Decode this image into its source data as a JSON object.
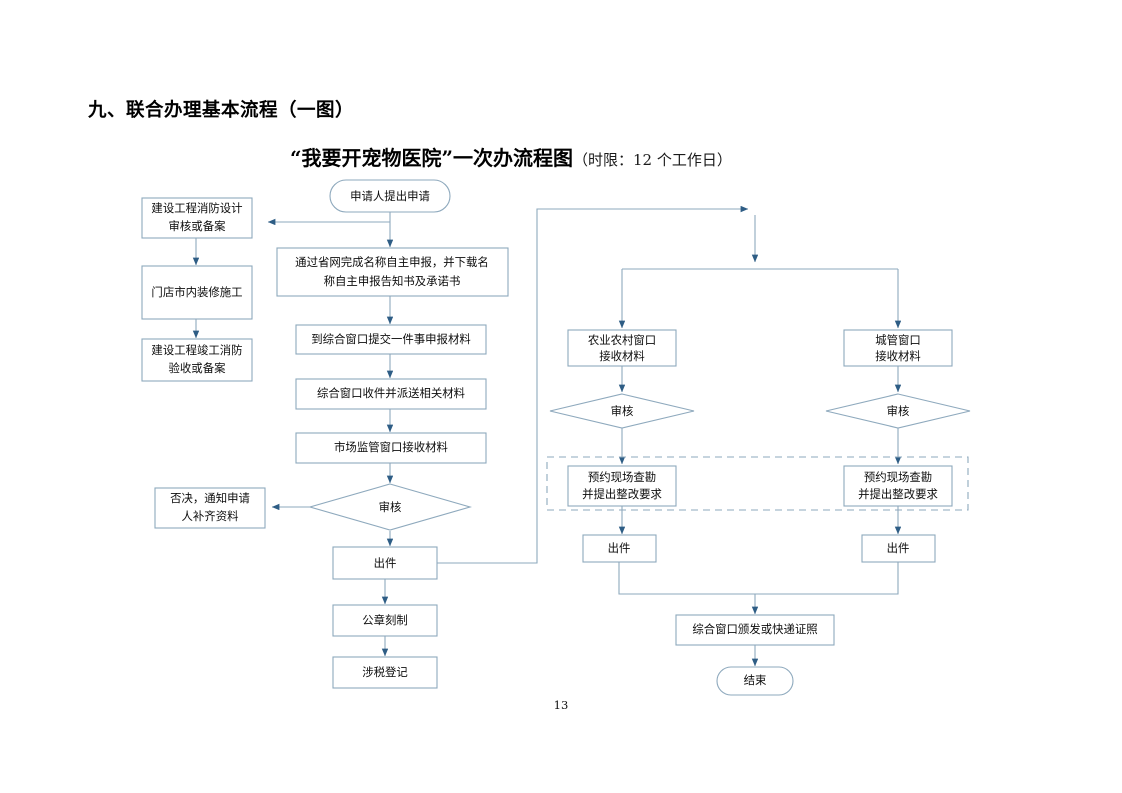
{
  "document": {
    "section_heading": "九、联合办理基本流程（一图）",
    "title_main": "“我要开宠物医院”一次办流程图",
    "title_suffix": "（时限：12 个工作日）",
    "page_number": "13"
  },
  "colors": {
    "node_stroke": "#8ea9bd",
    "node_fill": "#ffffff",
    "arrow_head": "#2e5d85",
    "text": "#0d0d0d"
  },
  "flowchart": {
    "type": "flowchart",
    "orientation": "top-down",
    "nodes": [
      {
        "id": "start",
        "shape": "terminator",
        "lines": [
          "申请人提出申请"
        ]
      },
      {
        "id": "fire_design",
        "shape": "process",
        "lines": [
          "建设工程消防设计",
          "审核或备案"
        ]
      },
      {
        "id": "decoration",
        "shape": "process",
        "lines": [
          "门店市内装修施工"
        ]
      },
      {
        "id": "fire_accept",
        "shape": "process",
        "lines": [
          "建设工程竣工消防",
          "验收或备案"
        ]
      },
      {
        "id": "name_decl",
        "shape": "process",
        "lines": [
          "通过省网完成名称自主申报，并下载名",
          "称自主申报告知书及承诺书"
        ]
      },
      {
        "id": "submit",
        "shape": "process",
        "lines": [
          "到综合窗口提交一件事申报材料"
        ]
      },
      {
        "id": "dispatch",
        "shape": "process",
        "lines": [
          "综合窗口收件并派送相关材料"
        ]
      },
      {
        "id": "market_recv",
        "shape": "process",
        "lines": [
          "市场监管窗口接收材料"
        ]
      },
      {
        "id": "review_main",
        "shape": "decision",
        "lines": [
          "审核"
        ]
      },
      {
        "id": "reject",
        "shape": "process",
        "lines": [
          "否决，通知申请",
          "人补齐资料"
        ]
      },
      {
        "id": "issue_main",
        "shape": "process",
        "lines": [
          "出件"
        ]
      },
      {
        "id": "seal",
        "shape": "process",
        "lines": [
          "公章刻制"
        ]
      },
      {
        "id": "tax",
        "shape": "process",
        "lines": [
          "涉税登记"
        ]
      },
      {
        "id": "agri_recv",
        "shape": "process",
        "lines": [
          "农业农村窗口",
          "接收材料"
        ]
      },
      {
        "id": "agri_review",
        "shape": "decision",
        "lines": [
          "审核"
        ]
      },
      {
        "id": "agri_survey",
        "shape": "process",
        "lines": [
          "预约现场查勘",
          "并提出整改要求"
        ]
      },
      {
        "id": "agri_issue",
        "shape": "process",
        "lines": [
          "出件"
        ]
      },
      {
        "id": "urban_recv",
        "shape": "process",
        "lines": [
          "城管窗口",
          "接收材料"
        ]
      },
      {
        "id": "urban_review",
        "shape": "decision",
        "lines": [
          "审核"
        ]
      },
      {
        "id": "urban_survey",
        "shape": "process",
        "lines": [
          "预约现场查勘",
          "并提出整改要求"
        ]
      },
      {
        "id": "urban_issue",
        "shape": "process",
        "lines": [
          "出件"
        ]
      },
      {
        "id": "deliver",
        "shape": "process",
        "lines": [
          "综合窗口颁发或快递证照"
        ]
      },
      {
        "id": "end",
        "shape": "terminator",
        "lines": [
          "结束"
        ]
      }
    ],
    "grouping_box": {
      "style": "dashed",
      "contains": [
        "agri_survey",
        "urban_survey"
      ]
    },
    "edges": [
      {
        "from": "start",
        "to": "name_decl"
      },
      {
        "from": "start",
        "to": "fire_design"
      },
      {
        "from": "fire_design",
        "to": "decoration"
      },
      {
        "from": "decoration",
        "to": "fire_accept"
      },
      {
        "from": "name_decl",
        "to": "submit"
      },
      {
        "from": "submit",
        "to": "dispatch"
      },
      {
        "from": "dispatch",
        "to": "market_recv"
      },
      {
        "from": "market_recv",
        "to": "review_main"
      },
      {
        "from": "review_main",
        "to": "reject"
      },
      {
        "from": "review_main",
        "to": "issue_main"
      },
      {
        "from": "issue_main",
        "to": "seal"
      },
      {
        "from": "seal",
        "to": "tax"
      },
      {
        "from": "issue_main",
        "to": "branch_split"
      },
      {
        "from": "branch_split",
        "to": "agri_recv"
      },
      {
        "from": "branch_split",
        "to": "urban_recv"
      },
      {
        "from": "agri_recv",
        "to": "agri_review"
      },
      {
        "from": "agri_review",
        "to": "agri_survey"
      },
      {
        "from": "agri_survey",
        "to": "agri_issue"
      },
      {
        "from": "urban_recv",
        "to": "urban_review"
      },
      {
        "from": "urban_review",
        "to": "urban_survey"
      },
      {
        "from": "urban_survey",
        "to": "urban_issue"
      },
      {
        "from": "agri_issue",
        "to": "deliver"
      },
      {
        "from": "urban_issue",
        "to": "deliver"
      },
      {
        "from": "deliver",
        "to": "end"
      }
    ]
  }
}
